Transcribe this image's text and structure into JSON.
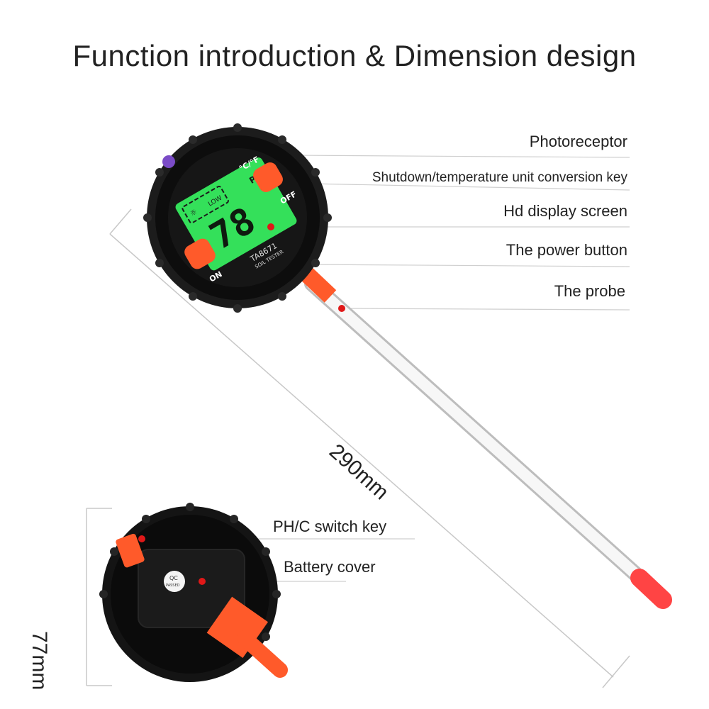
{
  "title": "Function introduction & Dimension design",
  "callouts": {
    "photoreceptor": "Photoreceptor",
    "shutdown_key": "Shutdown/temperature unit conversion key",
    "display": "Hd display screen",
    "power_button": "The power button",
    "probe": "The probe",
    "ph_switch": "PH/C switch key",
    "battery_cover": "Battery cover"
  },
  "dimensions": {
    "length": "290mm",
    "diameter": "77mm"
  },
  "device": {
    "lcd_reading": "78",
    "lcd_ph": "PH",
    "lcd_low": "LOW",
    "unit_key_label": "°C/°F",
    "off_label": "OFF",
    "on_label": "ON",
    "model": "TA8671",
    "subtitle": "SOIL TESTER",
    "qc_line1": "QC",
    "qc_line2": "PASSED"
  },
  "colors": {
    "accent": "#ff5a2a",
    "lcd": "#34e05a",
    "body": "#111111",
    "marker": "#e01818"
  }
}
